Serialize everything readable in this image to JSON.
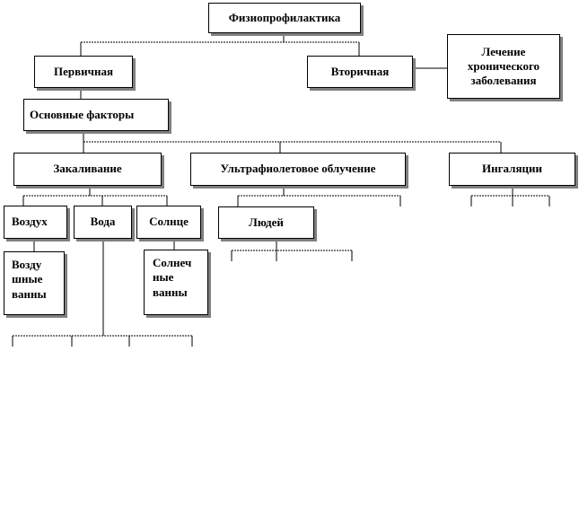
{
  "colors": {
    "line": "#000000",
    "shadow": "#808080",
    "background": "#ffffff"
  },
  "nodes": {
    "root": "Физиопрофилактика",
    "primary": "Первичная",
    "secondary": "Вторичная",
    "chronic": [
      "Лечение",
      "хронического",
      "заболевания"
    ],
    "main_factors": "Основные факторы",
    "hardening": "Закаливание",
    "uv": "Ультрафиолетовое облучение",
    "inhalation": "Ингаляции",
    "air": "Воздух",
    "water": "Вода",
    "sun": "Солнце",
    "people": "Людей",
    "air_baths": [
      "Возду",
      "шные",
      "ванны"
    ],
    "sun_baths": [
      "Солнеч",
      "ные",
      "ванны"
    ]
  }
}
